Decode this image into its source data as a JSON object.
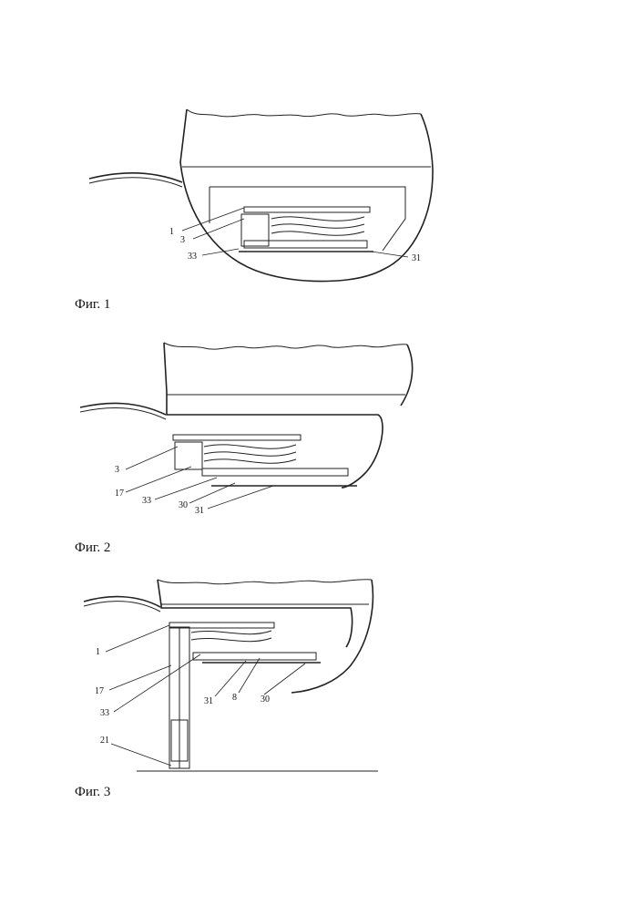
{
  "figures": [
    {
      "caption": "Фиг. 1",
      "labels": {
        "l1": "1",
        "l3": "3",
        "l33": "33",
        "l31": "31"
      }
    },
    {
      "caption": "Фиг. 2",
      "labels": {
        "l3": "3",
        "l17": "17",
        "l33": "33",
        "l30": "30",
        "l31": "31"
      }
    },
    {
      "caption": "Фиг. 3",
      "labels": {
        "l1": "1",
        "l17": "17",
        "l33": "33",
        "l21": "21",
        "l31": "31",
        "l8": "8",
        "l30": "30"
      }
    }
  ]
}
